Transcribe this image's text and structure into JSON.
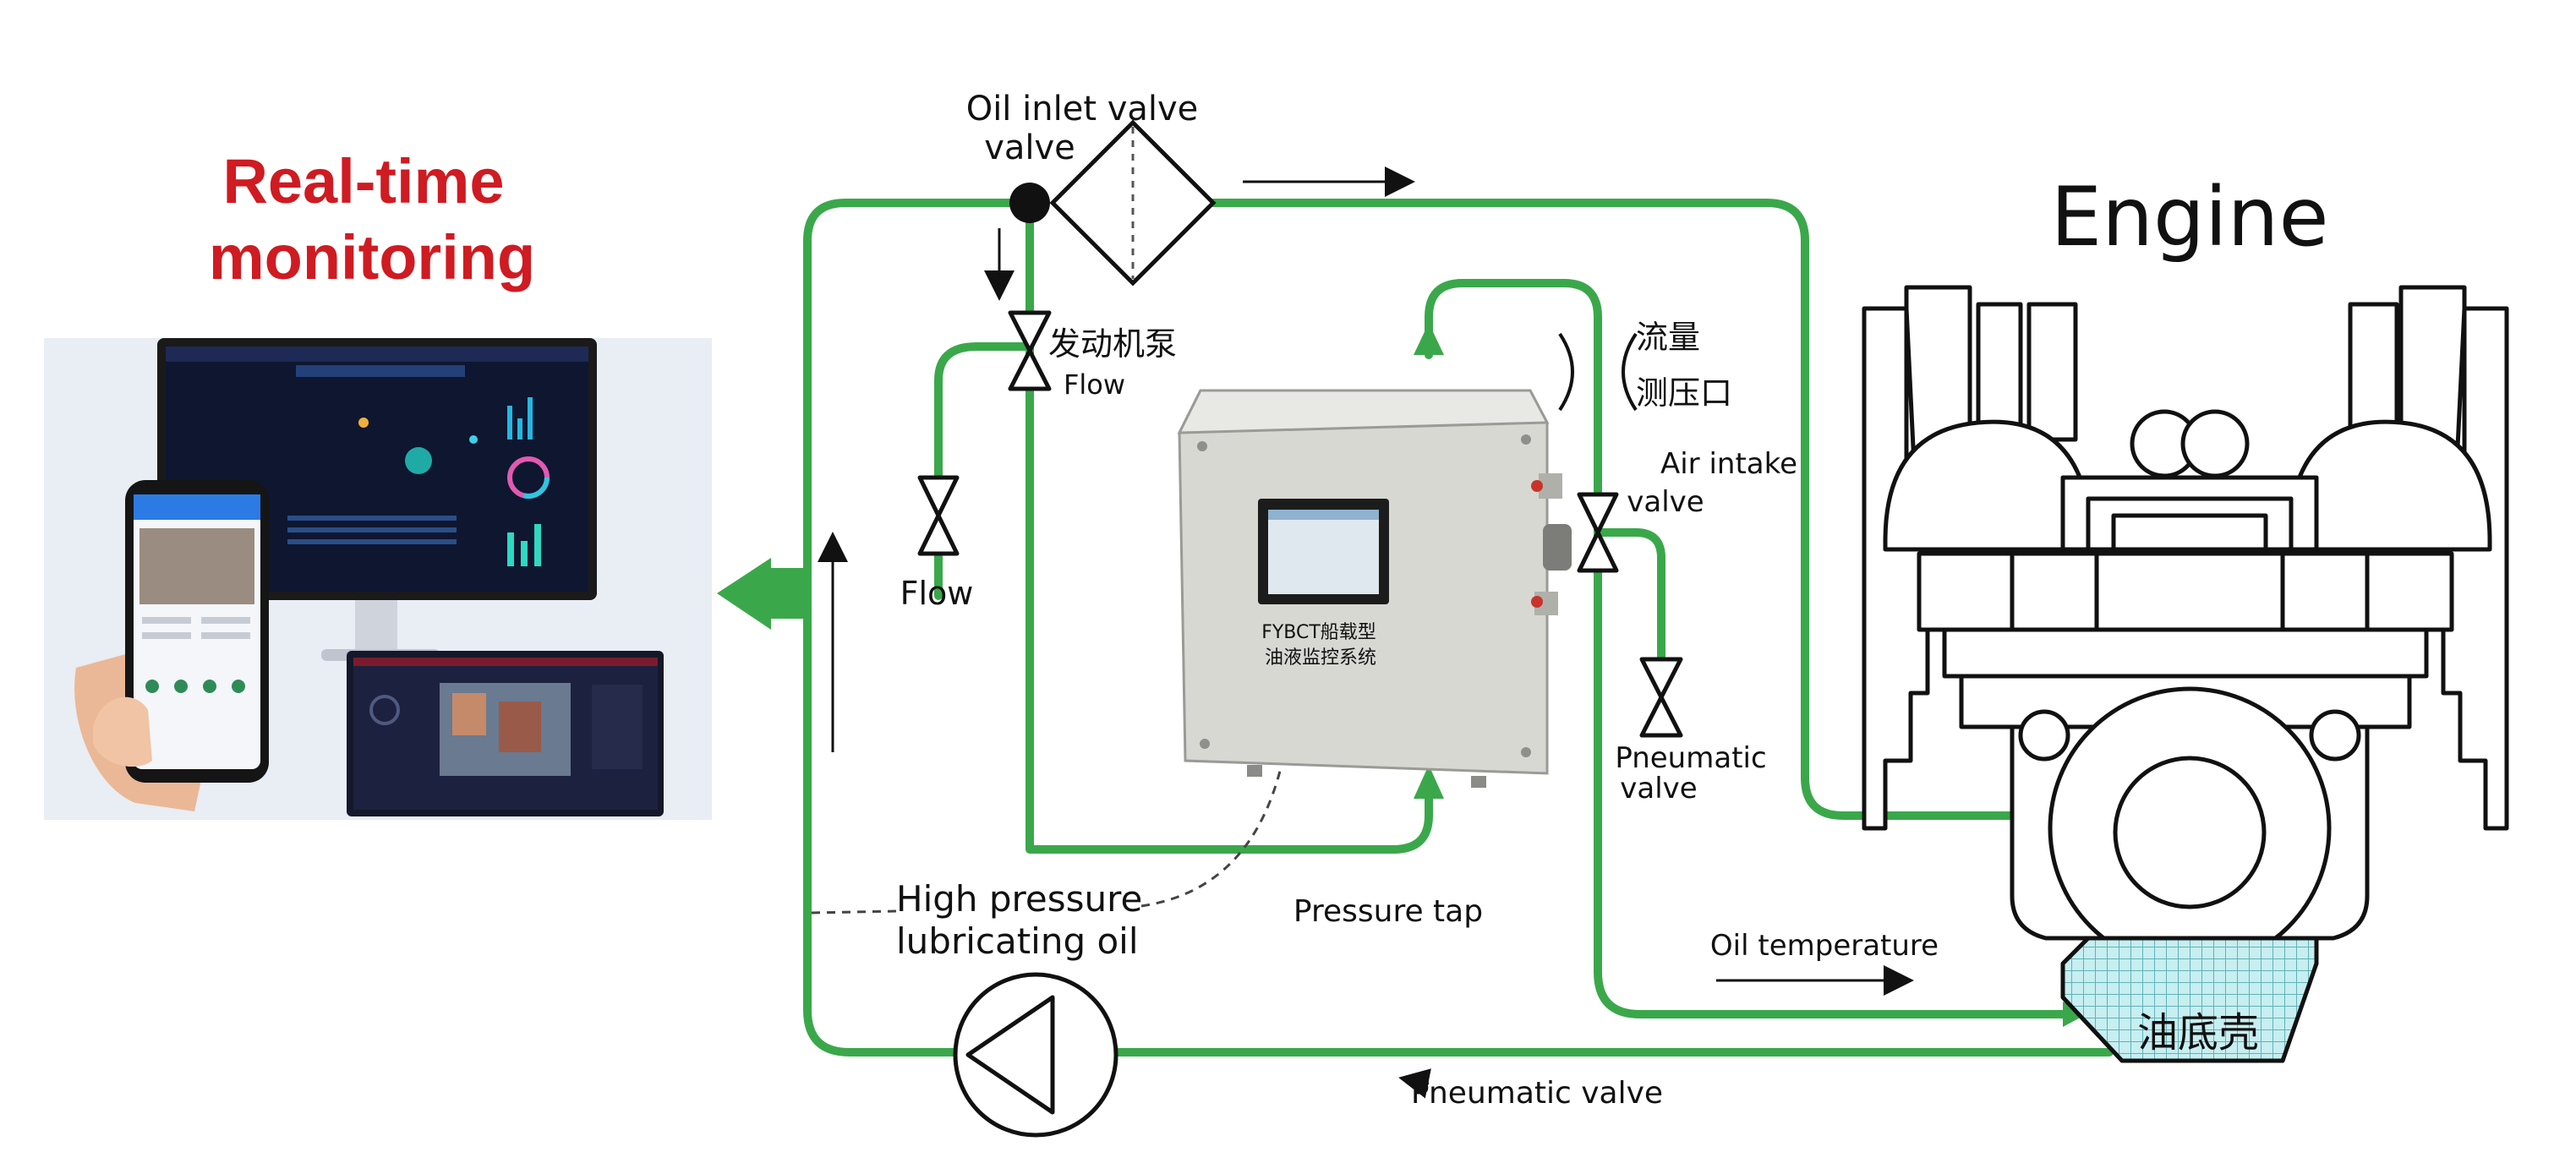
{
  "heading": {
    "line1": "Real-time",
    "line2": "monitoring"
  },
  "engine": {
    "title": "Engine"
  },
  "labels": {
    "oil_inlet_valve_line1": "Oil inlet valve",
    "oil_inlet_valve_line2": "valve",
    "engine_pump": "发动机泵",
    "engine_pump_flow": "Flow",
    "flow": "Flow",
    "flow_cn": "流量",
    "pressure_port_cn": "测压口",
    "air_intake_valve_line1": "Air intake",
    "air_intake_valve_line2": "valve",
    "pneumatic_valve_line1": "Pneumatic",
    "pneumatic_valve_line2": "valve",
    "high_pressure_line1": "High pressure",
    "high_pressure_line2": "lubricating oil",
    "pressure_tap": "Pressure tap",
    "oil_temperature": "Oil temperature",
    "oil_pan": "油底壳",
    "pneumatic_valve_bottom": "Pneumatic valve"
  },
  "cabinet": {
    "plate_line1": "FYBCT船载型",
    "plate_line2": "油液监控系统"
  },
  "colors": {
    "pipe": "#3aa84a",
    "heading": "#cf1b22",
    "oil_pan_fill": "#bfe9ec",
    "cabinet": "#d9d9d5",
    "screen_bezel": "#1c1c1c",
    "monitor_bg": "#0e1630"
  }
}
